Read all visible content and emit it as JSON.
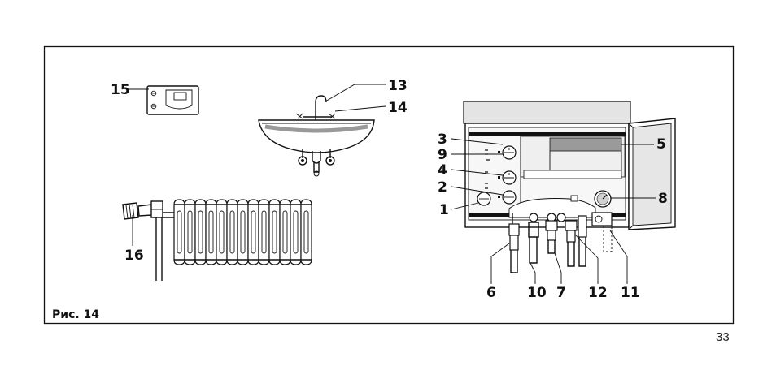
{
  "figure": {
    "caption": "Рис. 14",
    "page_number": "33",
    "callouts": {
      "c1": "1",
      "c2": "2",
      "c3": "3",
      "c4": "4",
      "c5": "5",
      "c6": "6",
      "c7": "7",
      "c8": "8",
      "c9": "9",
      "c10": "10",
      "c11": "11",
      "c12": "12",
      "c13": "13",
      "c14": "14",
      "c15": "15",
      "c16": "16"
    }
  }
}
